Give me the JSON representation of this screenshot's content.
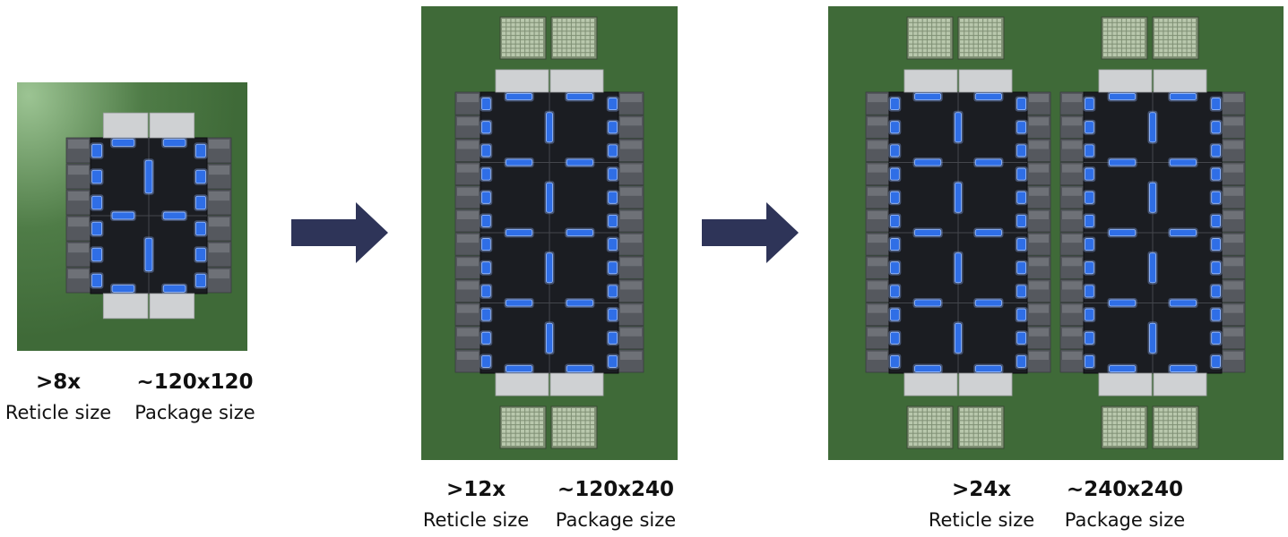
{
  "colors": {
    "substrate": "#3f6a38",
    "substrate_light": "#9cc493",
    "die": "#1b1d22",
    "hbm": "#55585e",
    "io_die": "#cfd1d3",
    "bridge": "#2f6ee6",
    "arrow": "#2e3458",
    "memory_grid": "#b9c8ad"
  },
  "stages": [
    {
      "reticle_value": ">8x",
      "reticle_label": "Reticle size",
      "package_value": "~120x120",
      "package_label": "Package size"
    },
    {
      "reticle_value": ">12x",
      "reticle_label": "Reticle size",
      "package_value": "~120x240",
      "package_label": "Package size"
    },
    {
      "reticle_value": ">24x",
      "reticle_label": "Reticle size",
      "package_value": "~240x240",
      "package_label": "Package size"
    }
  ],
  "arrow_icon": "right-arrow-icon"
}
